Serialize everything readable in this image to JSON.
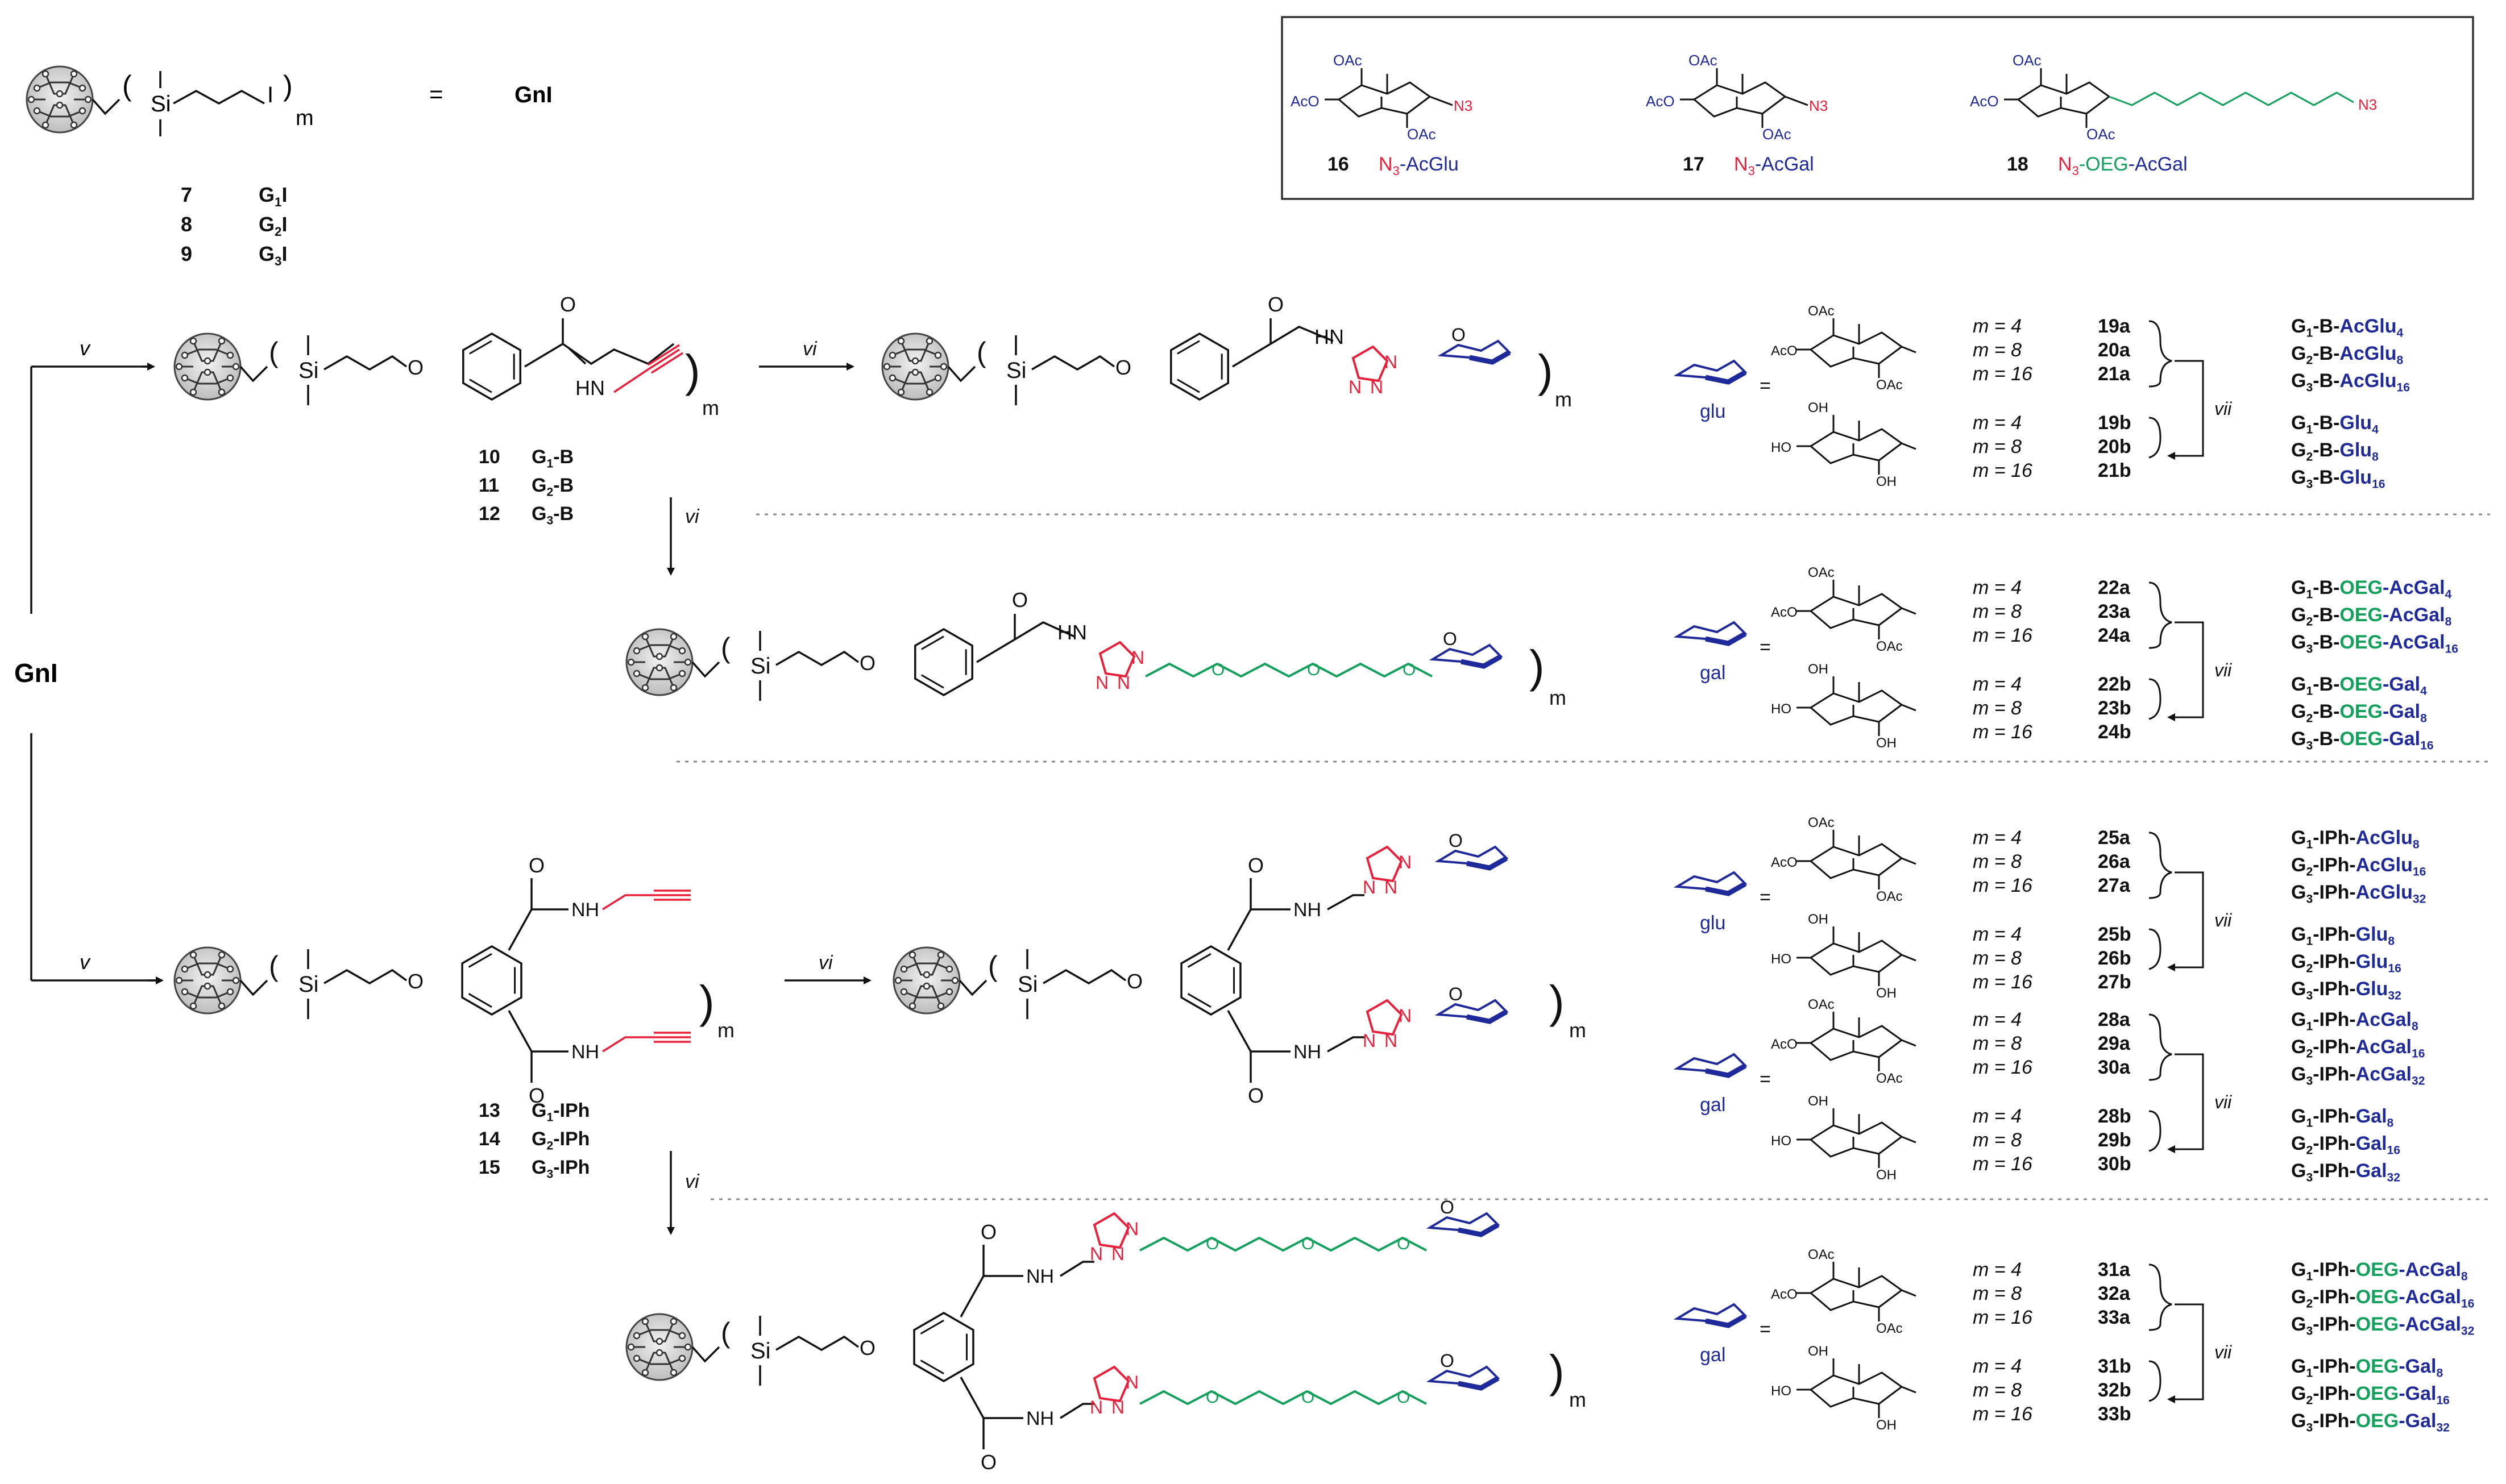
{
  "colors": {
    "azide": "#e8203a",
    "sugar": "#1f2a9a",
    "oeg": "#13a05a",
    "ink": "#111111",
    "core": "#cfcfcf"
  },
  "header": {
    "eq": "=",
    "gni": "GnI",
    "starting": [
      {
        "num": "7",
        "label": "G1I"
      },
      {
        "num": "8",
        "label": "G2I"
      },
      {
        "num": "9",
        "label": "G3I"
      }
    ],
    "m": "m"
  },
  "box": {
    "items": [
      {
        "num": "16",
        "n3": "N3",
        "rest": "-AcGlu"
      },
      {
        "num": "17",
        "n3": "N3",
        "rest": "-AcGal"
      },
      {
        "num": "18",
        "n3": "N3",
        "oeg": "-OEG",
        "rest": "-AcGal"
      }
    ],
    "oac": "OAc",
    "aco": "AcO",
    "n3": "N3"
  },
  "reagents": {
    "v": "v",
    "vi": "vi",
    "vii": "vii"
  },
  "left_label": "GnI",
  "benzoyl": {
    "compounds": [
      {
        "num": "10",
        "label": "G1-B"
      },
      {
        "num": "11",
        "label": "G2-B"
      },
      {
        "num": "12",
        "label": "G3-B"
      }
    ],
    "atoms": {
      "o": "O",
      "hn": "HN",
      "si": "Si",
      "n": "N"
    }
  },
  "iph": {
    "compounds": [
      {
        "num": "13",
        "label": "G1-IPh"
      },
      {
        "num": "14",
        "label": "G2-IPh"
      },
      {
        "num": "15",
        "label": "G3-IPh"
      }
    ],
    "nh": "NH"
  },
  "sugar_names": {
    "glu": "glu",
    "gal": "gal"
  },
  "m_values": [
    "m = 4",
    "m = 8",
    "m = 16"
  ],
  "rows": [
    {
      "sugar": "glu",
      "a": [
        "19a",
        "20a",
        "21a"
      ],
      "b": [
        "19b",
        "20b",
        "21b"
      ],
      "products_a": [
        [
          "G1-B-",
          "AcGlu4",
          ""
        ],
        [
          "G2-B-",
          "AcGlu8",
          ""
        ],
        [
          "G3-B-",
          "AcGlu16",
          ""
        ]
      ],
      "products_b": [
        [
          "G1-B-",
          "Glu4",
          ""
        ],
        [
          "G2-B-",
          "Glu8",
          ""
        ],
        [
          "G3-B-",
          "Glu16",
          ""
        ]
      ]
    },
    {
      "sugar": "gal",
      "a": [
        "22a",
        "23a",
        "24a"
      ],
      "b": [
        "22b",
        "23b",
        "24b"
      ],
      "products_a": [
        [
          "G1-B-",
          "OEG",
          "-AcGal4"
        ],
        [
          "G2-B-",
          "OEG",
          "-AcGal8"
        ],
        [
          "G3-B-",
          "OEG",
          "-AcGal16"
        ]
      ],
      "products_b": [
        [
          "G1-B-",
          "OEG",
          "-Gal4"
        ],
        [
          "G2-B-",
          "OEG",
          "-Gal8"
        ],
        [
          "G3-B-",
          "OEG",
          "-Gal16"
        ]
      ]
    },
    {
      "sugar": "glu",
      "a": [
        "25a",
        "26a",
        "27a"
      ],
      "b": [
        "25b",
        "26b",
        "27b"
      ],
      "products_a": [
        [
          "G1-IPh-",
          "AcGlu8",
          ""
        ],
        [
          "G2-IPh-",
          "AcGlu16",
          ""
        ],
        [
          "G3-IPh-",
          "AcGlu32",
          ""
        ]
      ],
      "products_b": [
        [
          "G1-IPh-",
          "Glu8",
          ""
        ],
        [
          "G2-IPh-",
          "Glu16",
          ""
        ],
        [
          "G3-IPh-",
          "Glu32",
          ""
        ]
      ]
    },
    {
      "sugar": "gal",
      "a": [
        "28a",
        "29a",
        "30a"
      ],
      "b": [
        "28b",
        "29b",
        "30b"
      ],
      "products_a": [
        [
          "G1-IPh-",
          "AcGal8",
          ""
        ],
        [
          "G2-IPh-",
          "AcGal16",
          ""
        ],
        [
          "G3-IPh-",
          "AcGal32",
          ""
        ]
      ],
      "products_b": [
        [
          "G1-IPh-",
          "Gal8",
          ""
        ],
        [
          "G2-IPh-",
          "Gal16",
          ""
        ],
        [
          "G3-IPh-",
          "Gal32",
          ""
        ]
      ]
    },
    {
      "sugar": "gal",
      "a": [
        "31a",
        "32a",
        "33a"
      ],
      "b": [
        "31b",
        "32b",
        "33b"
      ],
      "products_a": [
        [
          "G1-IPh-",
          "OEG",
          "-AcGal8"
        ],
        [
          "G2-IPh-",
          "OEG",
          "-AcGal16"
        ],
        [
          "G3-IPh-",
          "OEG",
          "-AcGal32"
        ]
      ],
      "products_b": [
        [
          "G1-IPh-",
          "OEG",
          "-Gal8"
        ],
        [
          "G2-IPh-",
          "OEG",
          "-Gal16"
        ],
        [
          "G3-IPh-",
          "OEG",
          "-Gal32"
        ]
      ]
    }
  ]
}
